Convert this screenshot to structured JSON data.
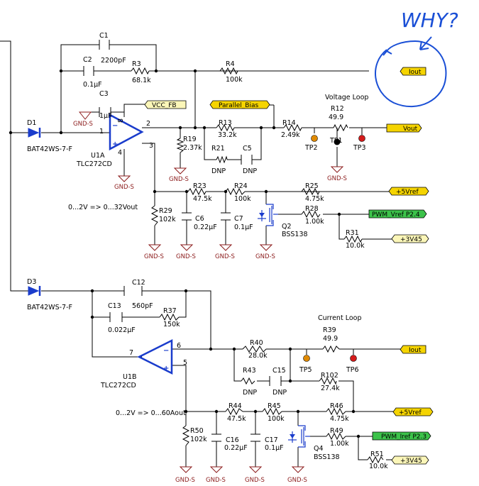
{
  "colors": {
    "wire": "#000000",
    "opamp": "#1a3ccc",
    "ground": "#8b1a1a",
    "flag_yellow": "#f5d400",
    "flag_green": "#3cc24a",
    "flag_light": "#fbf6b8",
    "testpoint_orange": "#e08a00",
    "testpoint_red": "#d31a1a",
    "testpoint_black": "#000000",
    "annotation": "#1a4fd6"
  },
  "annotation": {
    "text": "WHY?"
  },
  "diodes": [
    {
      "ref": "D1",
      "part": "BAT42WS-7-F"
    },
    {
      "ref": "D3",
      "part": "BAT42WS-7-F"
    }
  ],
  "opamps": [
    {
      "ref": "U1A",
      "part": "TLC272CD",
      "pins": {
        "out": "1",
        "inm": "2",
        "inp": "3",
        "vcc": "8",
        "gnd": "4"
      }
    },
    {
      "ref": "U1B",
      "part": "TLC272CD",
      "pins": {
        "out": "7",
        "inm": "6",
        "inp": "5"
      }
    }
  ],
  "voltage_section": {
    "title": "Voltage Loop",
    "range": "0...2V => 0...32Vout",
    "c1": {
      "ref": "C1",
      "value": "2200pF"
    },
    "c2": {
      "ref": "C2",
      "value": "0.1µF"
    },
    "r3": {
      "ref": "R3",
      "value": "68.1k"
    },
    "r4": {
      "ref": "R4",
      "value": "100k"
    },
    "c3": {
      "ref": "C3",
      "value": "1µF"
    },
    "r13": {
      "ref": "R13",
      "value": "33.2k"
    },
    "r14": {
      "ref": "R14",
      "value": "2.49k"
    },
    "r12": {
      "ref": "R12",
      "value": "49.9"
    },
    "r19": {
      "ref": "R19",
      "value": "2.37k"
    },
    "r21": {
      "ref": "R21",
      "value": "DNP"
    },
    "c5": {
      "ref": "C5",
      "value": "DNP"
    },
    "r23": {
      "ref": "R23",
      "value": "47.5k"
    },
    "r24": {
      "ref": "R24",
      "value": "100k"
    },
    "r25": {
      "ref": "R25",
      "value": "4.75k"
    },
    "r28": {
      "ref": "R28",
      "value": "1.00k"
    },
    "r29": {
      "ref": "R29",
      "value": "102k"
    },
    "r31": {
      "ref": "R31",
      "value": "10.0k"
    },
    "c6": {
      "ref": "C6",
      "value": "0.22µF"
    },
    "c7": {
      "ref": "C7",
      "value": "0.1µF"
    },
    "q2": {
      "ref": "Q2",
      "part": "BSS138"
    },
    "tp1": "TP1",
    "tp2": "TP2",
    "tp3": "TP3"
  },
  "current_section": {
    "title": "Current Loop",
    "range": "0...2V => 0...60Aout",
    "c12": {
      "ref": "C12",
      "value": "560pF"
    },
    "c13": {
      "ref": "C13",
      "value": "0.022µF"
    },
    "r37": {
      "ref": "R37",
      "value": "150k"
    },
    "r40": {
      "ref": "R40",
      "value": "28.0k"
    },
    "r39": {
      "ref": "R39",
      "value": "49.9"
    },
    "r43": {
      "ref": "R43",
      "value": "DNP"
    },
    "c15": {
      "ref": "C15",
      "value": "DNP"
    },
    "r102": {
      "ref": "R102",
      "value": "27.4k"
    },
    "r44": {
      "ref": "R44",
      "value": "47.5k"
    },
    "r45": {
      "ref": "R45",
      "value": "100k"
    },
    "r46": {
      "ref": "R46",
      "value": "4.75k"
    },
    "r49": {
      "ref": "R49",
      "value": "1.00k"
    },
    "r50": {
      "ref": "R50",
      "value": "102k"
    },
    "r51": {
      "ref": "R51",
      "value": "10.0k"
    },
    "c16": {
      "ref": "C16",
      "value": "0.22µF"
    },
    "c17": {
      "ref": "C17",
      "value": "0.1µF"
    },
    "q4": {
      "ref": "Q4",
      "part": "BSS138"
    },
    "tp5": "TP5",
    "tp6": "TP6"
  },
  "nets": {
    "gnd": "GND-S",
    "vcc_fb": "VCC_FB",
    "parallel_bias": "Parallel_Bias",
    "iout": "Iout",
    "vout": "Vout",
    "vref5": "+5Vref",
    "v3v45": "+3V45",
    "pwm_vref": "PWM_Vref P2.4",
    "pwm_iref": "PWM_Iref P2.3"
  }
}
